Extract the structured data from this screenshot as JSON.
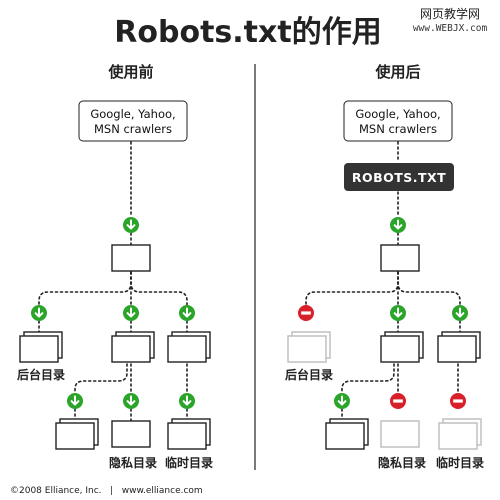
{
  "header": {
    "title": "Robots.txt的作用"
  },
  "watermark": {
    "line1": "网页教学网",
    "line2": "www.WEBJX.com"
  },
  "before": {
    "heading": "使用前"
  },
  "after": {
    "heading": "使用后"
  },
  "crawlers": {
    "line1": "Google, Yahoo,",
    "line2": "MSN crawlers"
  },
  "robots_file": "ROBOTS.TXT",
  "labels": {
    "backend_dir": "后台目录",
    "private_dir": "隐私目录",
    "temp_dir": "临时目录"
  },
  "footer": {
    "text": "©2008 Elliance, Inc.   |   www.elliance.com"
  },
  "colors": {
    "allow": "#2aa52a",
    "deny": "#d8202a",
    "robots_bg": "#333333",
    "faded": "#bbbbbb"
  }
}
